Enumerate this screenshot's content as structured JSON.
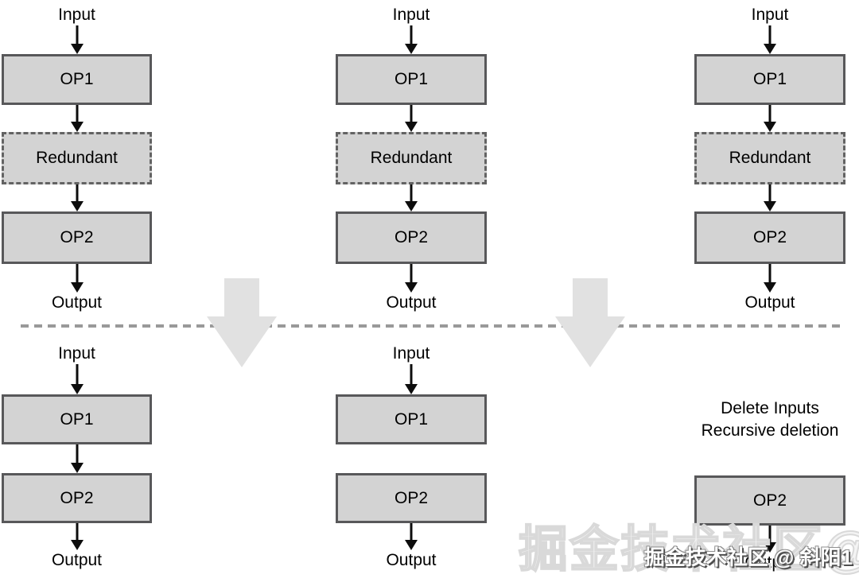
{
  "colors": {
    "background": "#ffffff",
    "box_fill": "#d3d3d3",
    "box_border": "#58585a",
    "dashed_box_border": "#636363",
    "text": "#000000",
    "big_arrow_fill": "#e1e1e1",
    "separator_dash": "#999999",
    "watermark_fill": "#ffffff",
    "watermark_outline": "#4e4e4e"
  },
  "top_row": {
    "left": {
      "input": "Input",
      "op1": "OP1",
      "redundant": "Redundant",
      "op2": "OP2",
      "output": "Output"
    },
    "middle": {
      "input": "Input",
      "op1": "OP1",
      "redundant": "Redundant",
      "op2": "OP2",
      "output": "Output"
    },
    "right": {
      "input": "Input",
      "op1": "OP1",
      "redundant": "Redundant",
      "op2": "OP2",
      "output": "Output"
    }
  },
  "bottom_row": {
    "left": {
      "input": "Input",
      "op1": "OP1",
      "op2": "OP2",
      "output": "Output"
    },
    "middle": {
      "input": "Input",
      "op1": "OP1",
      "op2": "OP2",
      "output": "Output"
    },
    "right": {
      "note_line1": "Delete Inputs",
      "note_line2": "Recursive deletion",
      "op2": "OP2",
      "output": "Output"
    }
  },
  "watermark": {
    "text": "掘金技术社区 @ 斜阳1",
    "faint_text": "掘金技术社区@斜阳1"
  }
}
